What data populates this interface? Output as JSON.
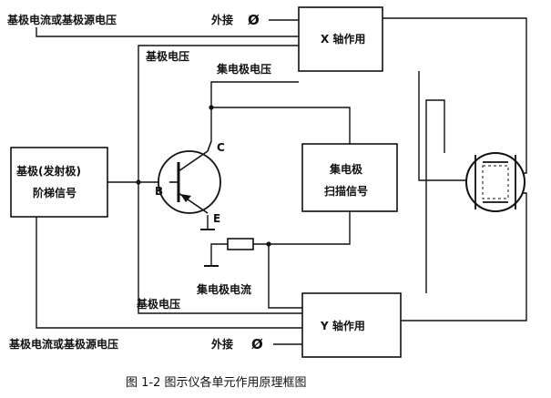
{
  "labels": {
    "base_current_or_source_top": "基极电流或基极源电压",
    "ext_top": "外接",
    "x_block": "X 轴作用",
    "base_voltage_top": "基极电压",
    "collector_voltage": "集电极电压",
    "base_step_line1": "基极(发射极)",
    "base_step_line2": "阶梯信号",
    "terminal_c": "C",
    "terminal_b": "B",
    "terminal_e": "E",
    "collector_scan_line1": "集电极",
    "collector_scan_line2": "扫描信号",
    "collector_current": "集电极电流",
    "base_voltage_bottom": "基极电压",
    "y_block": "Y 轴作用",
    "base_current_or_source_bottom": "基极电流或基极源电压",
    "ext_bottom": "外接",
    "caption": "图 1-2   图示仪各单元作用原理框图"
  },
  "symbols": {
    "ext_symbol": "Ø"
  }
}
